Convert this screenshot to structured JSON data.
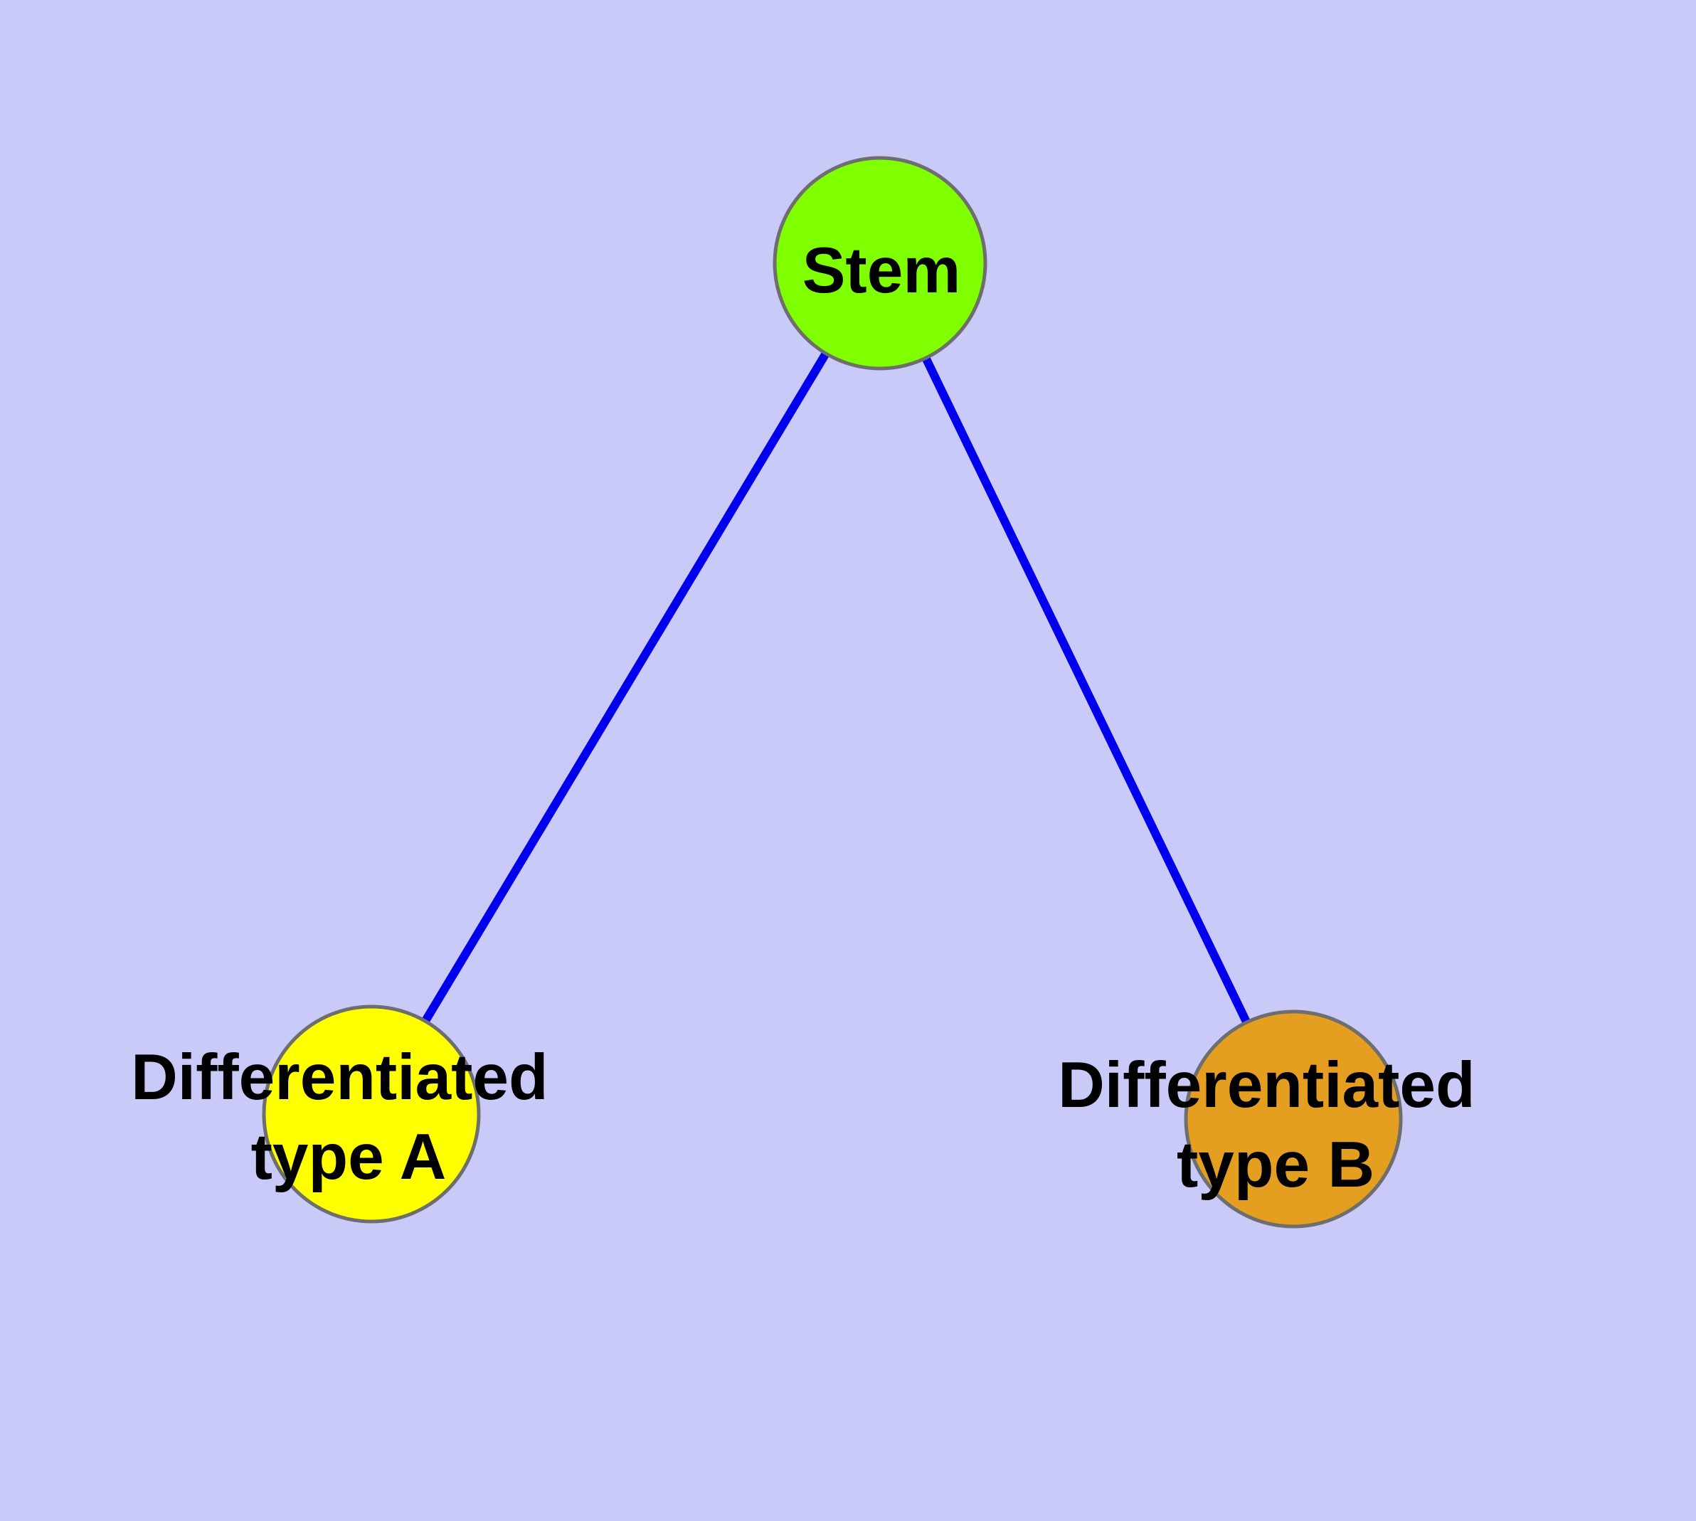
{
  "diagram": {
    "type": "node-link-graph",
    "background_color": "#CACAF8",
    "edge_color": "#0000EE",
    "node_border_color": "#6E6E6E",
    "nodes": {
      "stem": {
        "label": "Stem",
        "fill_color": "#7FFF00"
      },
      "type_a": {
        "label_line1": "Differentiated",
        "label_line2": "type A",
        "fill_color": "#FFFF00"
      },
      "type_b": {
        "label_line1": "Differentiated",
        "label_line2": "type B",
        "fill_color": "#E49E20"
      }
    },
    "edges": [
      {
        "from": "Stem",
        "to": "Differentiated type A"
      },
      {
        "from": "Stem",
        "to": "Differentiated type B"
      }
    ]
  }
}
